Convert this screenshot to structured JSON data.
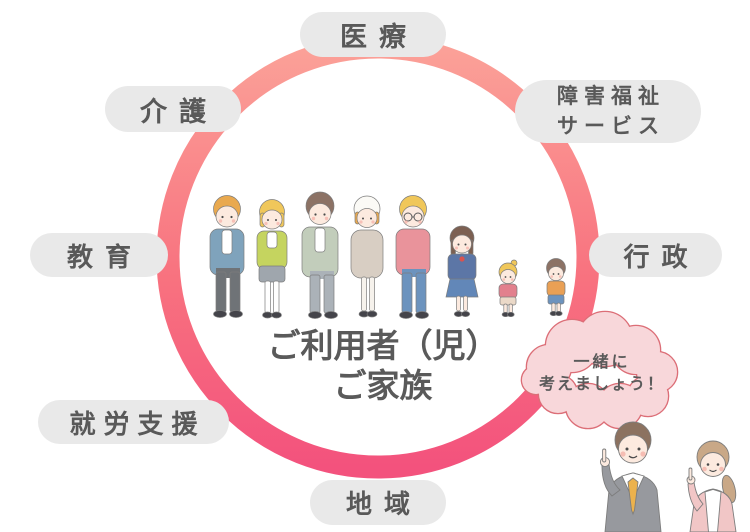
{
  "diagram": {
    "circle_labels": [
      {
        "id": "medical",
        "text": "医療"
      },
      {
        "id": "nursing-care",
        "text": "介護"
      },
      {
        "id": "disability-welfare",
        "line1": "障害福祉",
        "line2": "サービス"
      },
      {
        "id": "education",
        "text": "教育"
      },
      {
        "id": "government",
        "text": "行政"
      },
      {
        "id": "employment-support",
        "text": "就労支援"
      },
      {
        "id": "community",
        "text": "地域"
      }
    ],
    "center_label": {
      "line1": "ご利用者（児）",
      "line2": "ご家族"
    },
    "speech_bubble": {
      "line1": "一緒に",
      "line2": "考えましょう！"
    },
    "colors": {
      "ring_gradient_top": "#FBA198",
      "ring_gradient_bottom": "#F3527D",
      "label_pill_background": "#E9E9E9",
      "label_text": "#595959",
      "cloud_fill": "#F8D7DA",
      "cloud_border": "#DC6E77"
    }
  }
}
